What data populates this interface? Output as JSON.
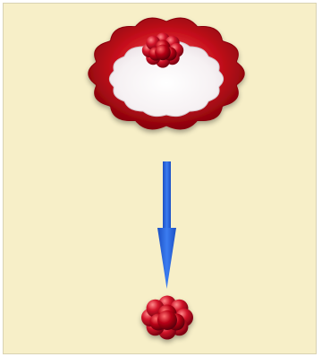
{
  "diagram": {
    "top_object": {
      "icon": "flower-shaped-red-container-with-cluster",
      "ring_color": "#b80012",
      "inner_color": "#fbf7f5",
      "cluster_color": "#c90a1f"
    },
    "arrow": {
      "icon": "down-arrow",
      "color": "#2b66e3",
      "direction": "down"
    },
    "bottom_object": {
      "icon": "red-bead-cluster",
      "color": "#c90a1f"
    },
    "background_color": "#f7efc8"
  }
}
